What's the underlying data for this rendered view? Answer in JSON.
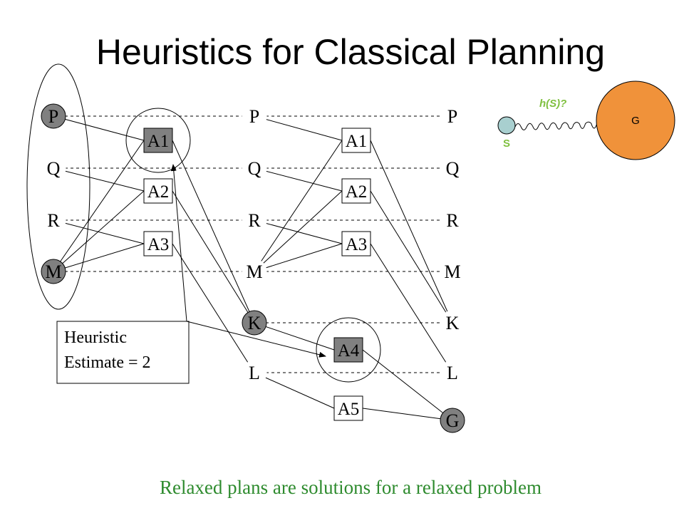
{
  "title": "Heuristics for Classical Planning",
  "caption": "Relaxed plans are solutions for a relaxed problem",
  "estimate_box": {
    "line1": "Heuristic",
    "line2": "Estimate = 2"
  },
  "inset": {
    "start_label": "S",
    "goal_label": "G",
    "heuristic_label": "h(S)?"
  },
  "colors": {
    "highlight_fill": "#808080",
    "caption": "#2e8b2e",
    "start_node": "#a8cfcf",
    "goal_node": "#f0923a",
    "inset_text": "#80c040"
  },
  "level0": [
    {
      "id": "P",
      "label": "P",
      "shaded": true
    },
    {
      "id": "Q",
      "label": "Q",
      "shaded": false
    },
    {
      "id": "R",
      "label": "R",
      "shaded": false
    },
    {
      "id": "M",
      "label": "M",
      "shaded": true
    }
  ],
  "actions1": [
    {
      "id": "A1",
      "label": "A1",
      "shaded": true
    },
    {
      "id": "A2",
      "label": "A2",
      "shaded": false
    },
    {
      "id": "A3",
      "label": "A3",
      "shaded": false
    }
  ],
  "level1": [
    {
      "id": "P",
      "label": "P",
      "shaded": false
    },
    {
      "id": "Q",
      "label": "Q",
      "shaded": false
    },
    {
      "id": "R",
      "label": "R",
      "shaded": false
    },
    {
      "id": "M",
      "label": "M",
      "shaded": false
    },
    {
      "id": "K",
      "label": "K",
      "shaded": true
    },
    {
      "id": "L",
      "label": "L",
      "shaded": false
    }
  ],
  "actions2": [
    {
      "id": "A1",
      "label": "A1",
      "shaded": false
    },
    {
      "id": "A2",
      "label": "A2",
      "shaded": false
    },
    {
      "id": "A3",
      "label": "A3",
      "shaded": false
    },
    {
      "id": "A4",
      "label": "A4",
      "shaded": true
    },
    {
      "id": "A5",
      "label": "A5",
      "shaded": false
    }
  ],
  "level2": [
    {
      "id": "P",
      "label": "P",
      "shaded": false
    },
    {
      "id": "Q",
      "label": "Q",
      "shaded": false
    },
    {
      "id": "R",
      "label": "R",
      "shaded": false
    },
    {
      "id": "M",
      "label": "M",
      "shaded": false
    },
    {
      "id": "K",
      "label": "K",
      "shaded": false
    },
    {
      "id": "L",
      "label": "L",
      "shaded": false
    },
    {
      "id": "G",
      "label": "G",
      "shaded": true
    }
  ]
}
